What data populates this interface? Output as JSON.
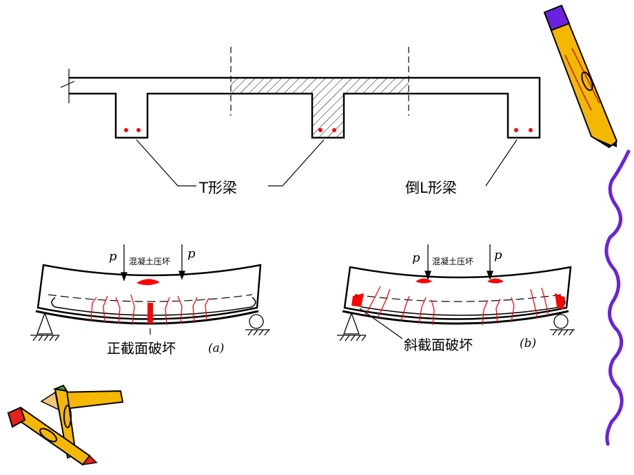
{
  "slab_section": {
    "t_beam_label": "T形梁",
    "inverted_l_beam_label": "倒L形梁"
  },
  "beam_a": {
    "load_left": "p",
    "load_right": "p",
    "crush_label": "混凝土压坏",
    "failure_label": "正截面破坏",
    "case_label": "(a)"
  },
  "beam_b": {
    "load_left": "p",
    "load_right": "p",
    "crush_label": "混凝土压坏",
    "failure_label": "斜截面破坏",
    "case_label": "(b)"
  },
  "colors": {
    "line": "#000000",
    "rebar": "#ff0000",
    "crack": "#ff0000",
    "border": "#6a22e0",
    "pencil_body": "#f5b800",
    "pencil_tip": "#e8201e",
    "pencil_cap": "#3aa62a"
  },
  "icons": [
    "pencil-icon-top-right",
    "pencils-icon-bottom-left",
    "wavy-border-right"
  ]
}
